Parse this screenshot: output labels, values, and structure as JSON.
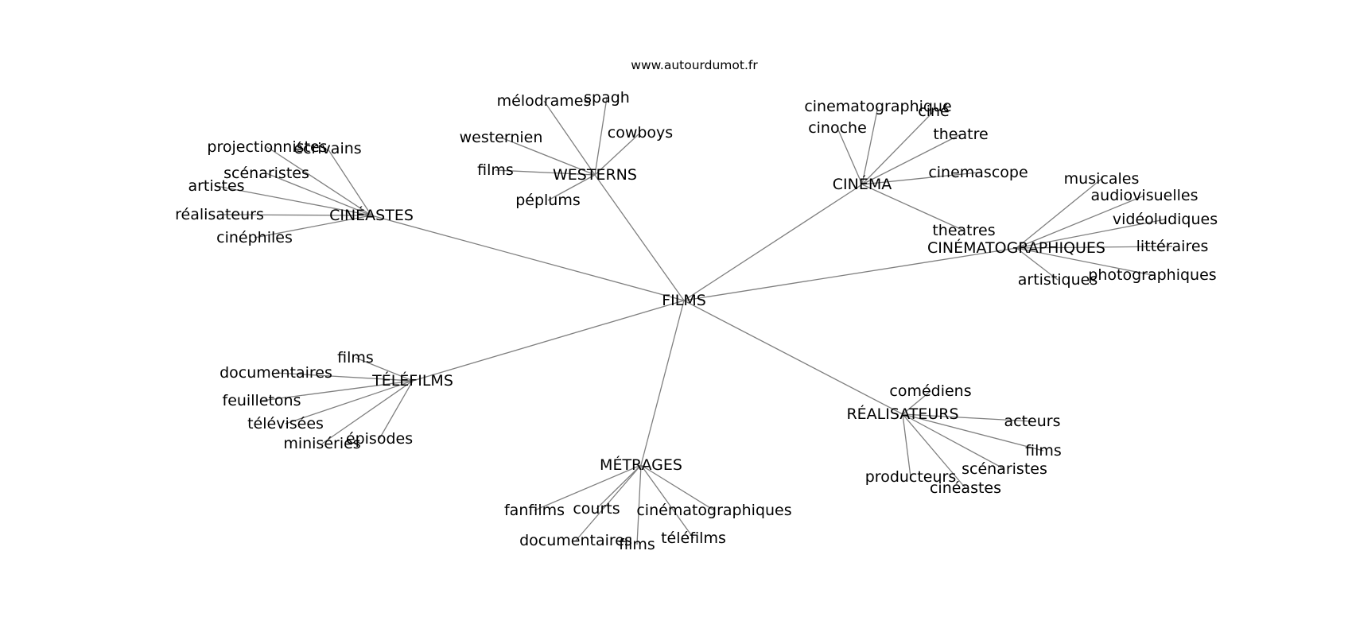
{
  "header": {
    "source": "www.autourdumot.fr"
  },
  "graph": {
    "center": "FILMS",
    "clusters": [
      {
        "hub": "CINÉASTES",
        "words": [
          "projectionnistes",
          "écrivains",
          "scénaristes",
          "artistes",
          "réalisateurs",
          "cinéphiles"
        ]
      },
      {
        "hub": "WESTERNS",
        "words": [
          "mélodrames",
          "spagh",
          "westernien",
          "cowboys",
          "films",
          "péplums"
        ]
      },
      {
        "hub": "CINÉMA",
        "words": [
          "cinematographique",
          "ciné",
          "cinoche",
          "theatre",
          "cinemascope",
          "theatres"
        ]
      },
      {
        "hub": "CINÉMATOGRAPHIQUES",
        "words": [
          "musicales",
          "audiovisuelles",
          "vidéoludiques",
          "littéraires",
          "photographiques",
          "artistiques"
        ]
      },
      {
        "hub": "TÉLÉFILMS",
        "words": [
          "films",
          "documentaires",
          "feuilletons",
          "télévisées",
          "miniséries",
          "épisodes"
        ]
      },
      {
        "hub": "MÉTRAGES",
        "words": [
          "fanfilms",
          "courts",
          "cinématographiques",
          "documentaires",
          "films",
          "téléfilms"
        ]
      },
      {
        "hub": "RÉALISATEURS",
        "words": [
          "comédiens",
          "acteurs",
          "films",
          "scénaristes",
          "producteurs",
          "cinéastes"
        ]
      }
    ]
  }
}
